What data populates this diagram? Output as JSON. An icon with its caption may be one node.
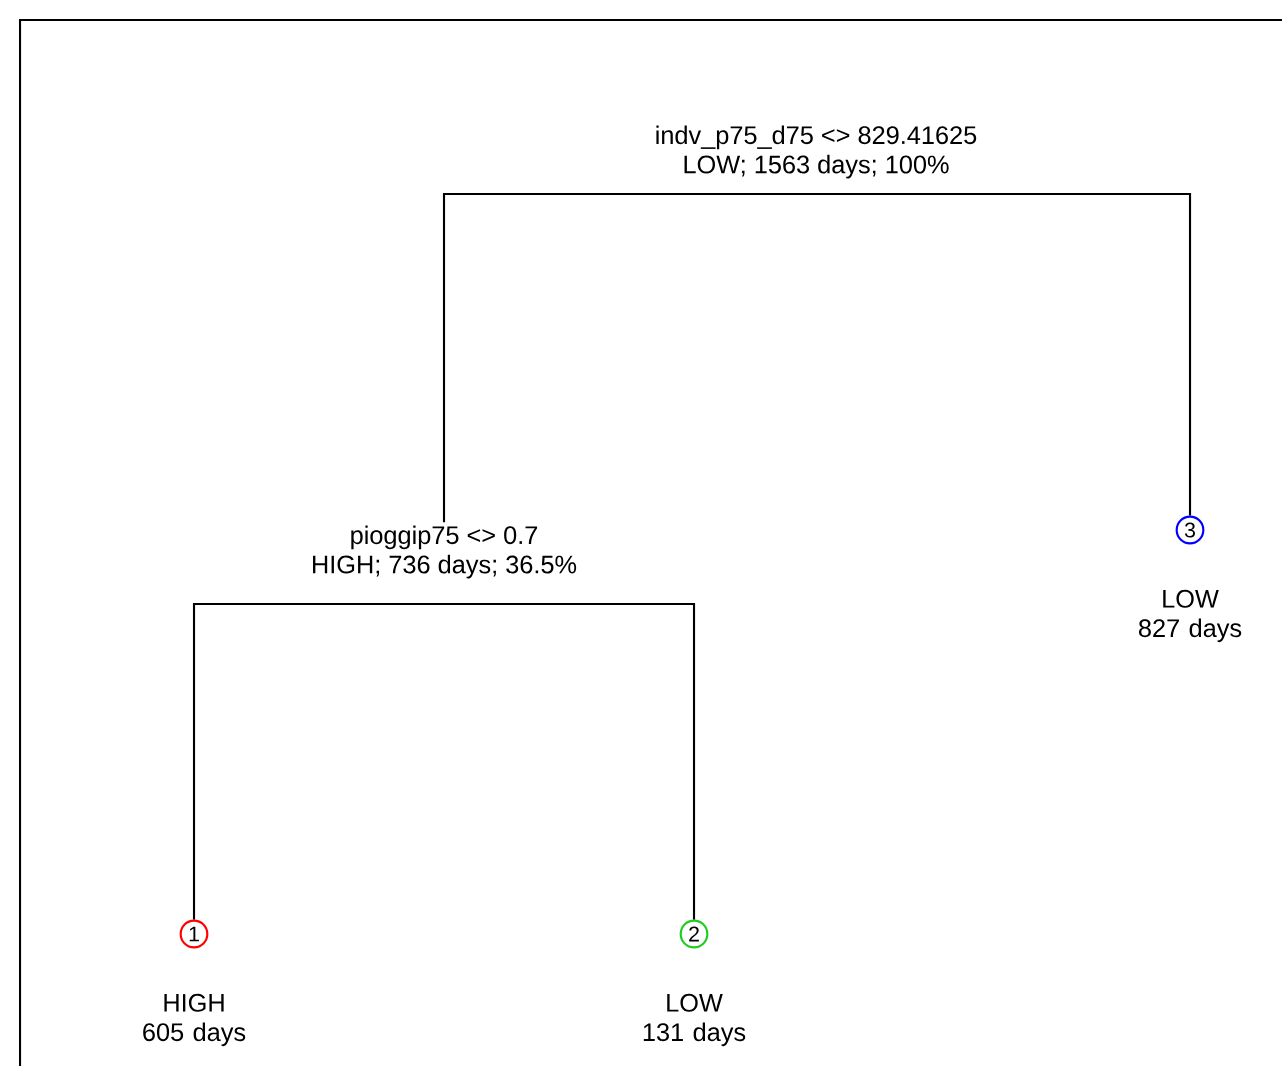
{
  "diagram": {
    "nodes": [
      {
        "text": [
          "indv_p75_d75 <> 829.41625",
          "LOW; 1563 days; 100%"
        ]
      },
      {
        "text": [
          "pioggip75 <> 0.7",
          "HIGH; 736 days; 36.5%"
        ]
      },
      {
        "text": [
          "1"
        ],
        "beside": [
          "HIGH 605 days"
        ]
      },
      {
        "text": [
          "2"
        ],
        "beside": [
          "LOW 131 days"
        ]
      },
      {
        "text": [
          "3"
        ],
        "beside": [
          "LOW 827 days"
        ]
      }
    ],
    "edges": [
      {
        "from": 0,
        "to": 1,
        "arrow": "none"
      },
      {
        "from": 0,
        "to": 4,
        "arrow": "none"
      },
      {
        "from": 1,
        "to": 2,
        "arrow": "none"
      },
      {
        "from": 1,
        "to": 3,
        "arrow": "none"
      }
    ]
  }
}
